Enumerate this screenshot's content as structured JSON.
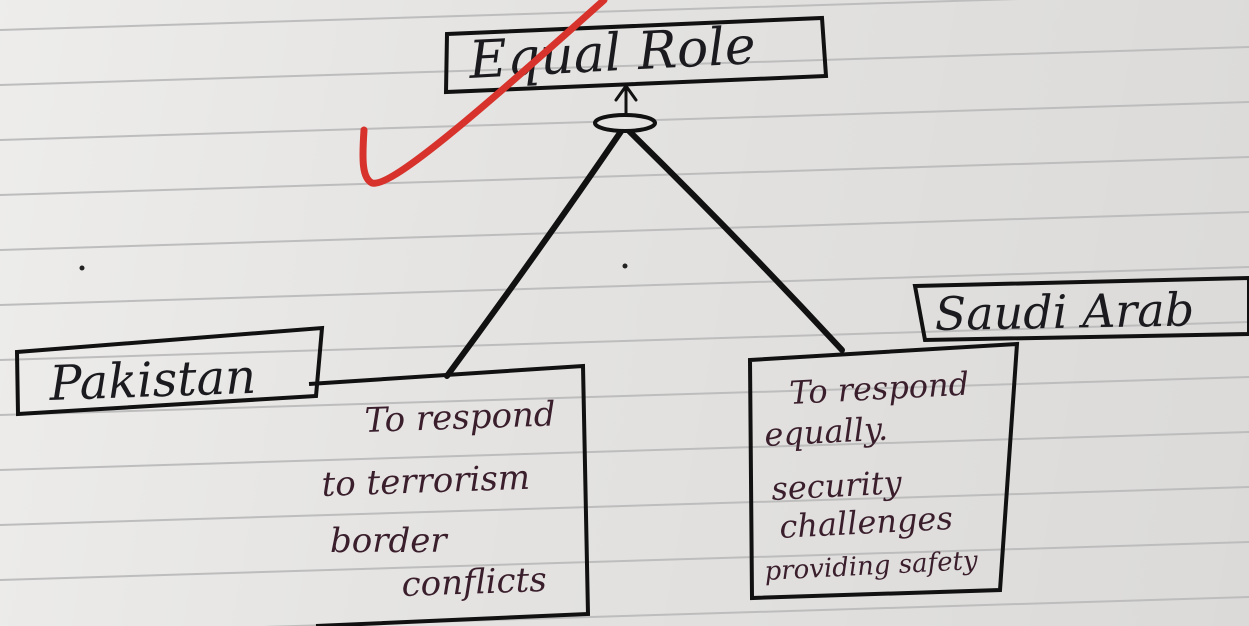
{
  "colors": {
    "paper": "#e4e3e1",
    "rule_line": "#bdbdbd",
    "ink_black": "#1b1b1f",
    "ink_box_text": "#3a1e2c",
    "tick_red": "#d7322b"
  },
  "title_box": {
    "label": "Equal Role"
  },
  "left_node": {
    "label": "Pakistan",
    "box_lines": [
      "To respond",
      "to terrorism",
      "border",
      "conflicts"
    ]
  },
  "right_node": {
    "label": "Saudi Arab",
    "box_lines": [
      "To respond",
      "equally.",
      "security",
      "challenges",
      "providing safety"
    ]
  },
  "annotation": {
    "icon": "red-checkmark-icon"
  }
}
